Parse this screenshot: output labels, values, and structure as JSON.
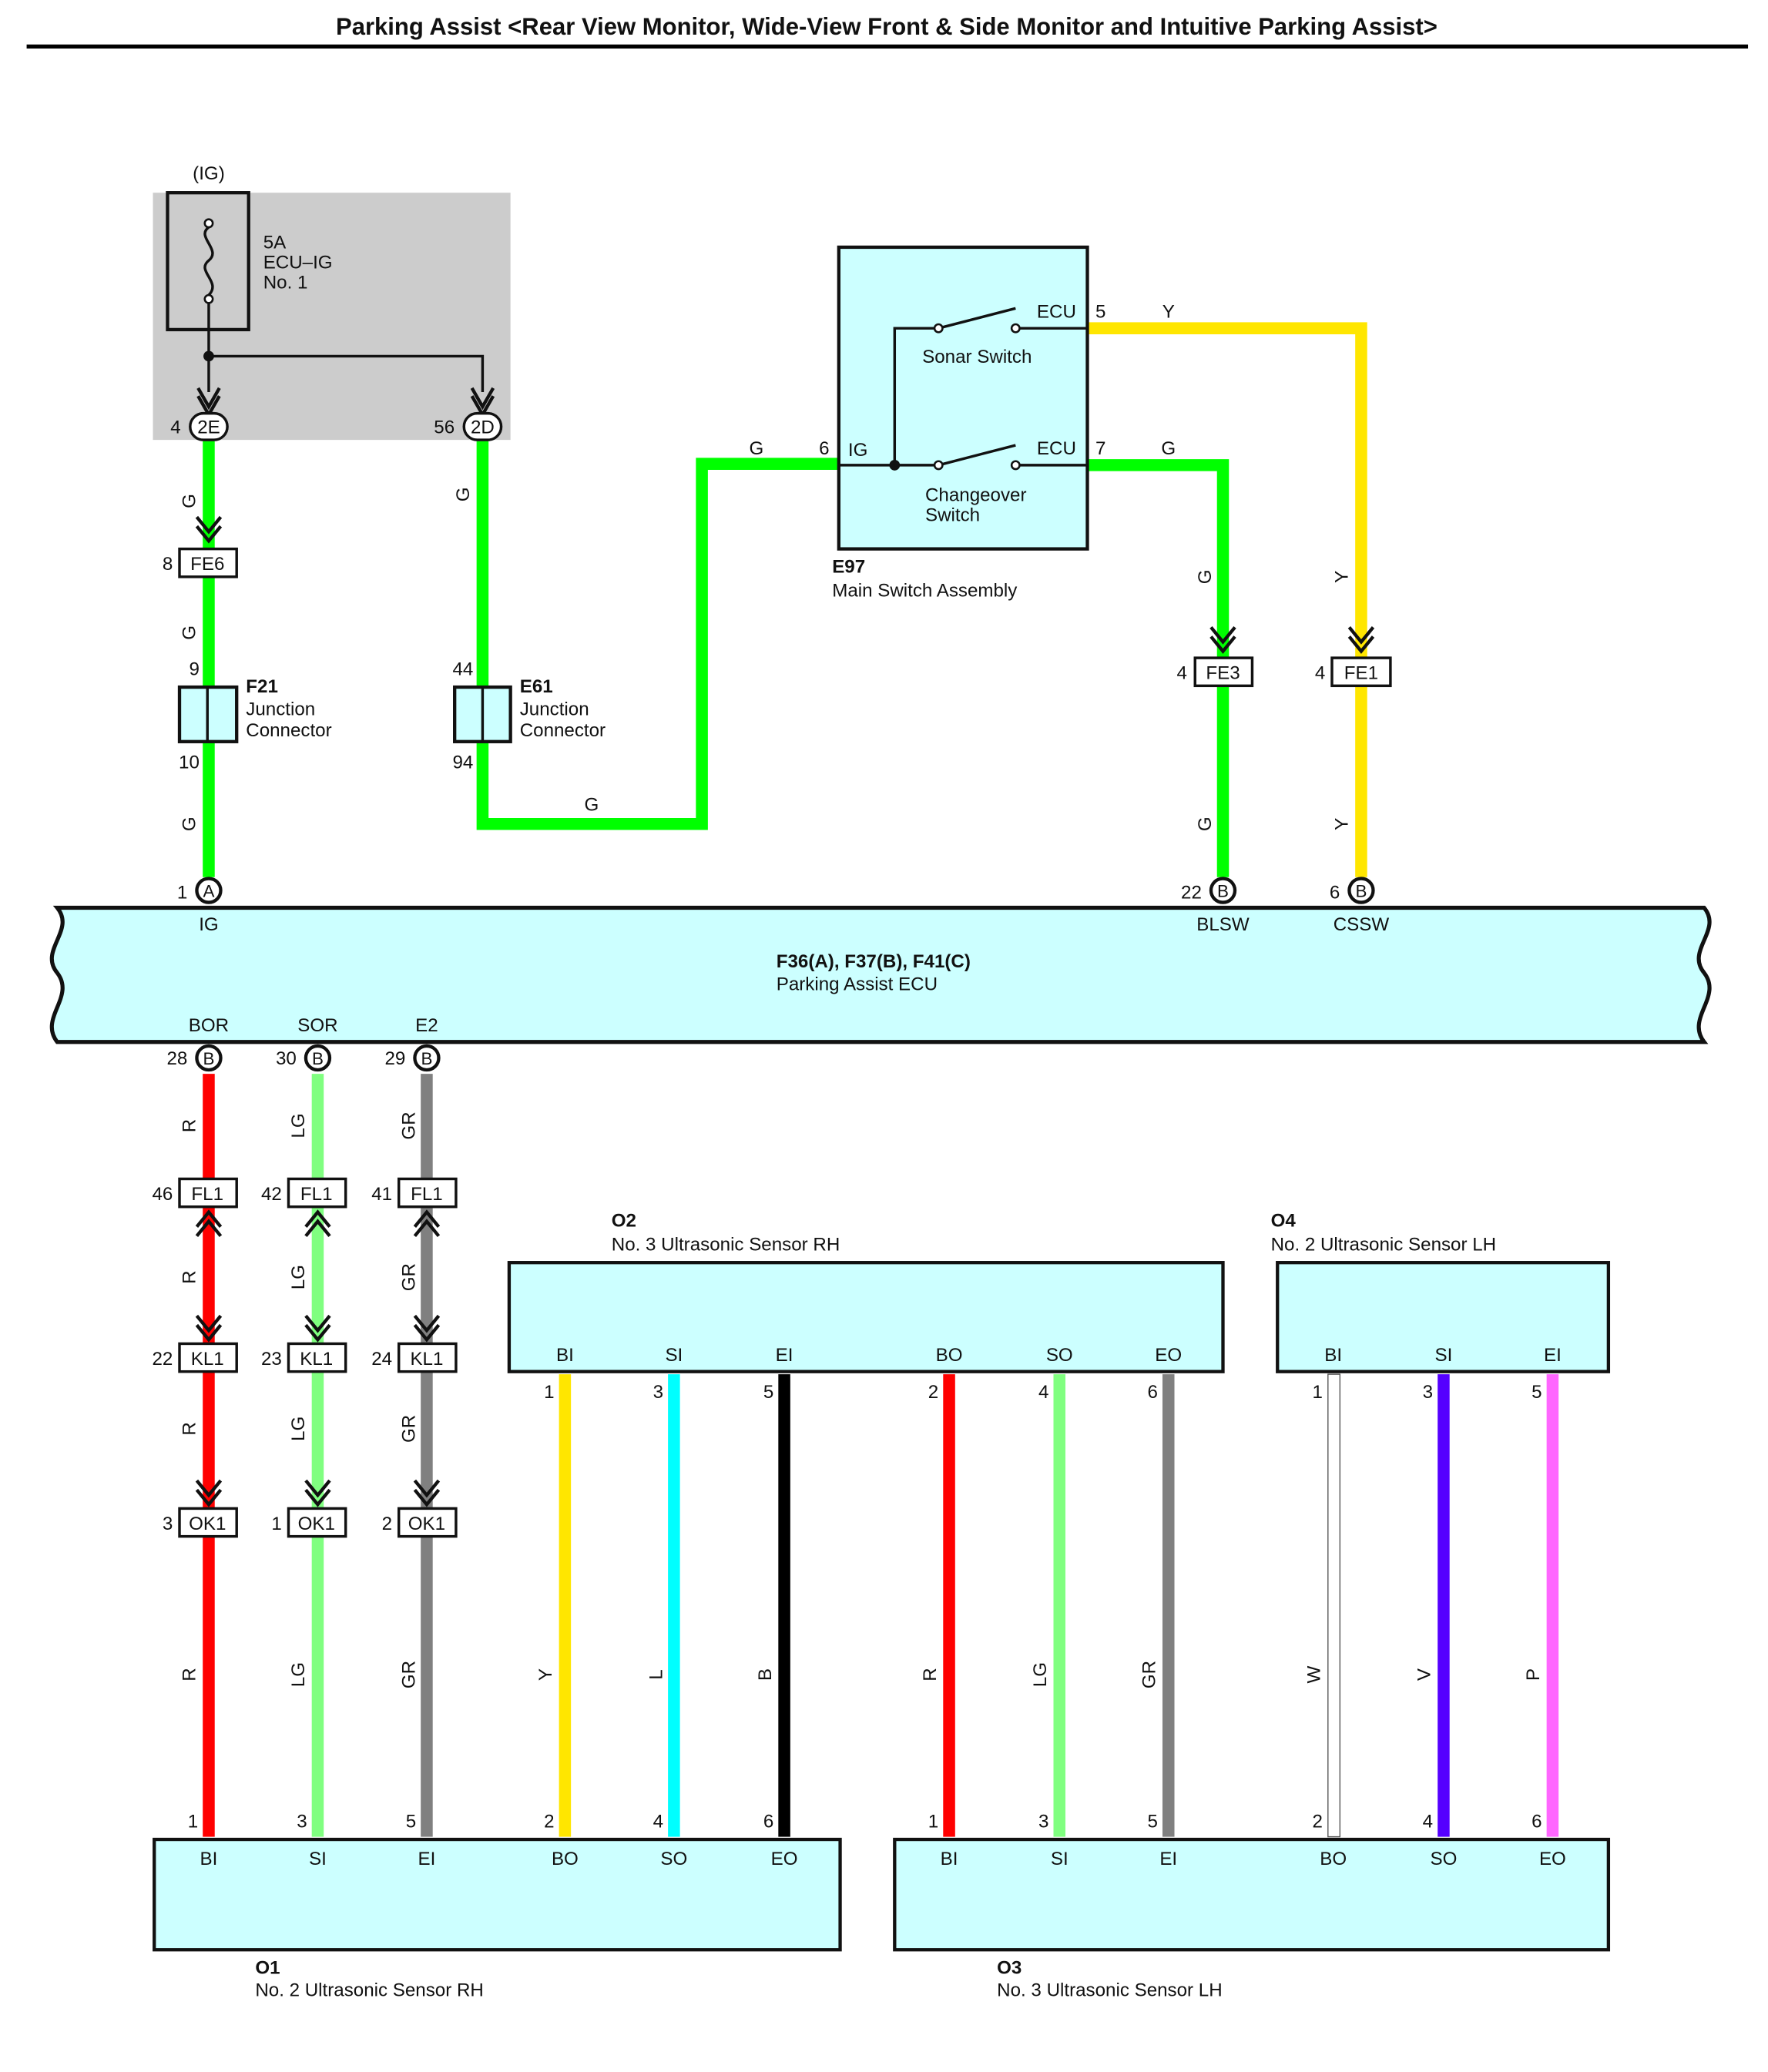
{
  "title": "Parking Assist <Rear View Monitor, Wide-View Front & Side Monitor and Intuitive Parking Assist>",
  "colors": {
    "G": "#00ff00",
    "Y": "#ffe600",
    "R": "#ff0000",
    "LG": "#80ff80",
    "GR": "#808080",
    "L": "#00ffff",
    "B": "#000000",
    "W": "#ffffff",
    "V": "#5500ff",
    "P": "#ff66ff",
    "component_fill": "#ccffff",
    "fuse_box_fill": "#cccccc"
  },
  "fuse": {
    "supply": "(IG)",
    "rating": "5A",
    "name": "ECU–IG",
    "number": "No. 1",
    "connector_left": {
      "pin": "4",
      "id": "2E"
    },
    "connector_right": {
      "pin": "56",
      "id": "2D"
    }
  },
  "switch_assembly": {
    "code": "E97",
    "name": "Main Switch Assembly",
    "sonar_label": "Sonar Switch",
    "changeover_label_1": "Changeover",
    "changeover_label_2": "Switch",
    "ig_label": "IG",
    "ecu_label_top": "ECU",
    "ecu_label_bottom": "ECU",
    "pin_ig": "6",
    "pin_ecu_top": "5",
    "pin_ecu_bottom": "7"
  },
  "junction_f21": {
    "code": "F21",
    "name_1": "Junction",
    "name_2": "Connector",
    "pin_in": "9",
    "pin_out": "10"
  },
  "junction_e61": {
    "code": "E61",
    "name_1": "Junction",
    "name_2": "Connector",
    "pin_in": "44",
    "pin_out": "94"
  },
  "connectors": {
    "fe6": {
      "pin": "8",
      "id": "FE6"
    },
    "fe3": {
      "pin": "4",
      "id": "FE3"
    },
    "fe1": {
      "pin": "4",
      "id": "FE1"
    },
    "fl1_a": {
      "pin": "46",
      "id": "FL1"
    },
    "fl1_b": {
      "pin": "42",
      "id": "FL1"
    },
    "fl1_c": {
      "pin": "41",
      "id": "FL1"
    },
    "kl1_a": {
      "pin": "22",
      "id": "KL1"
    },
    "kl1_b": {
      "pin": "23",
      "id": "KL1"
    },
    "kl1_c": {
      "pin": "24",
      "id": "KL1"
    },
    "ok1_a": {
      "pin": "3",
      "id": "OK1"
    },
    "ok1_b": {
      "pin": "1",
      "id": "OK1"
    },
    "ok1_c": {
      "pin": "2",
      "id": "OK1"
    }
  },
  "ecu": {
    "code": "F36(A), F37(B), F41(C)",
    "name": "Parking Assist ECU",
    "ig": {
      "pin": "1",
      "conn": "A",
      "label": "IG"
    },
    "blsw": {
      "pin": "22",
      "conn": "B",
      "label": "BLSW"
    },
    "cssw": {
      "pin": "6",
      "conn": "B",
      "label": "CSSW"
    },
    "bor": {
      "pin": "28",
      "conn": "B",
      "label": "BOR"
    },
    "sor": {
      "pin": "30",
      "conn": "B",
      "label": "SOR"
    },
    "e2": {
      "pin": "29",
      "conn": "B",
      "label": "E2"
    }
  },
  "wire_labels": {
    "g": "G",
    "y": "Y",
    "r": "R",
    "lg": "LG",
    "gr": "GR",
    "l": "L",
    "b": "B",
    "w": "W",
    "v": "V",
    "p": "P"
  },
  "sensors": {
    "o2": {
      "code": "O2",
      "name": "No. 3 Ultrasonic Sensor RH",
      "terminals": [
        "BI",
        "SI",
        "EI",
        "BO",
        "SO",
        "EO"
      ],
      "pins": [
        "1",
        "3",
        "5",
        "2",
        "4",
        "6"
      ]
    },
    "o4": {
      "code": "O4",
      "name": "No. 2 Ultrasonic Sensor LH",
      "terminals": [
        "BI",
        "SI",
        "EI"
      ],
      "pins": [
        "1",
        "3",
        "5"
      ]
    },
    "o1": {
      "code": "O1",
      "name": "No. 2 Ultrasonic Sensor RH",
      "terminals": [
        "BI",
        "SI",
        "EI",
        "BO",
        "SO",
        "EO"
      ],
      "pins": [
        "1",
        "3",
        "5",
        "2",
        "4",
        "6"
      ]
    },
    "o3": {
      "code": "O3",
      "name": "No. 3 Ultrasonic Sensor LH",
      "terminals": [
        "BI",
        "SI",
        "EI",
        "BO",
        "SO",
        "EO"
      ],
      "pins": [
        "1",
        "3",
        "5",
        "2",
        "4",
        "6"
      ]
    }
  }
}
